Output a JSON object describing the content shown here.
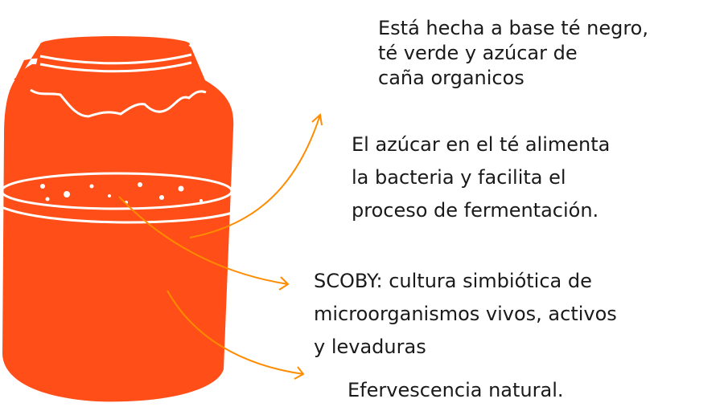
{
  "colors": {
    "jar": "#FF4E17",
    "arrow": "#FF8C00",
    "text": "#1a1a1a"
  },
  "annotations": [
    {
      "lines": [
        "Está hecha a base té negro,",
        "té verde y azúcar de",
        "caña organicos"
      ]
    },
    {
      "lines": [
        "El azúcar en el té alimenta",
        "la bacteria y facilita el",
        "proceso de fermentación."
      ]
    },
    {
      "lines": [
        "SCOBY: cultura simbiótica de",
        "microorganismos vivos, activos",
        "y levaduras"
      ]
    },
    {
      "lines": [
        "Efervescencia natural."
      ]
    }
  ]
}
